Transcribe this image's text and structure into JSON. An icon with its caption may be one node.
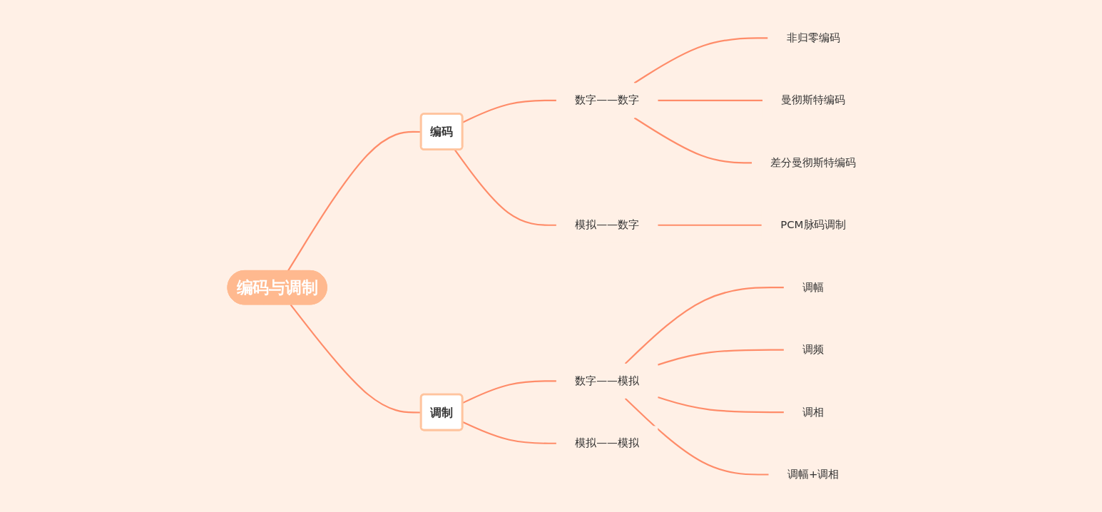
{
  "diagram": {
    "nodes": [
      {
        "text": [
          "编码与调制"
        ]
      },
      {
        "text": [
          "编码"
        ]
      },
      {
        "text": [
          "数字——数字"
        ]
      },
      {
        "text": [
          "非归零编码"
        ]
      },
      {
        "text": [
          "曼彻斯特编码"
        ]
      },
      {
        "text": [
          "差分曼彻斯特编码"
        ]
      },
      {
        "text": [
          "模拟——数字"
        ]
      },
      {
        "text": [
          "PCM脉码调制"
        ]
      },
      {
        "text": [
          "调制"
        ]
      },
      {
        "text": [
          "数字——模拟"
        ]
      },
      {
        "text": [
          "调幅"
        ]
      },
      {
        "text": [
          "调频"
        ]
      },
      {
        "text": [
          "调相"
        ]
      },
      {
        "text": [
          "调幅+调相"
        ]
      },
      {
        "text": [
          "模拟——模拟"
        ]
      }
    ],
    "edges": [
      {
        "from": 0,
        "to": 1,
        "arrow": "none"
      },
      {
        "from": 1,
        "to": 2,
        "arrow": "none"
      },
      {
        "from": 2,
        "to": 3,
        "arrow": "none"
      },
      {
        "from": 2,
        "to": 4,
        "arrow": "none"
      },
      {
        "from": 2,
        "to": 5,
        "arrow": "none"
      },
      {
        "from": 1,
        "to": 6,
        "arrow": "none"
      },
      {
        "from": 6,
        "to": 7,
        "arrow": "none"
      },
      {
        "from": 0,
        "to": 8,
        "arrow": "none"
      },
      {
        "from": 8,
        "to": 9,
        "arrow": "none"
      },
      {
        "from": 9,
        "to": 10,
        "arrow": "none"
      },
      {
        "from": 9,
        "to": 11,
        "arrow": "none"
      },
      {
        "from": 9,
        "to": 12,
        "arrow": "none"
      },
      {
        "from": 9,
        "to": 13,
        "arrow": "none"
      },
      {
        "from": 8,
        "to": 14,
        "arrow": "none"
      }
    ]
  }
}
